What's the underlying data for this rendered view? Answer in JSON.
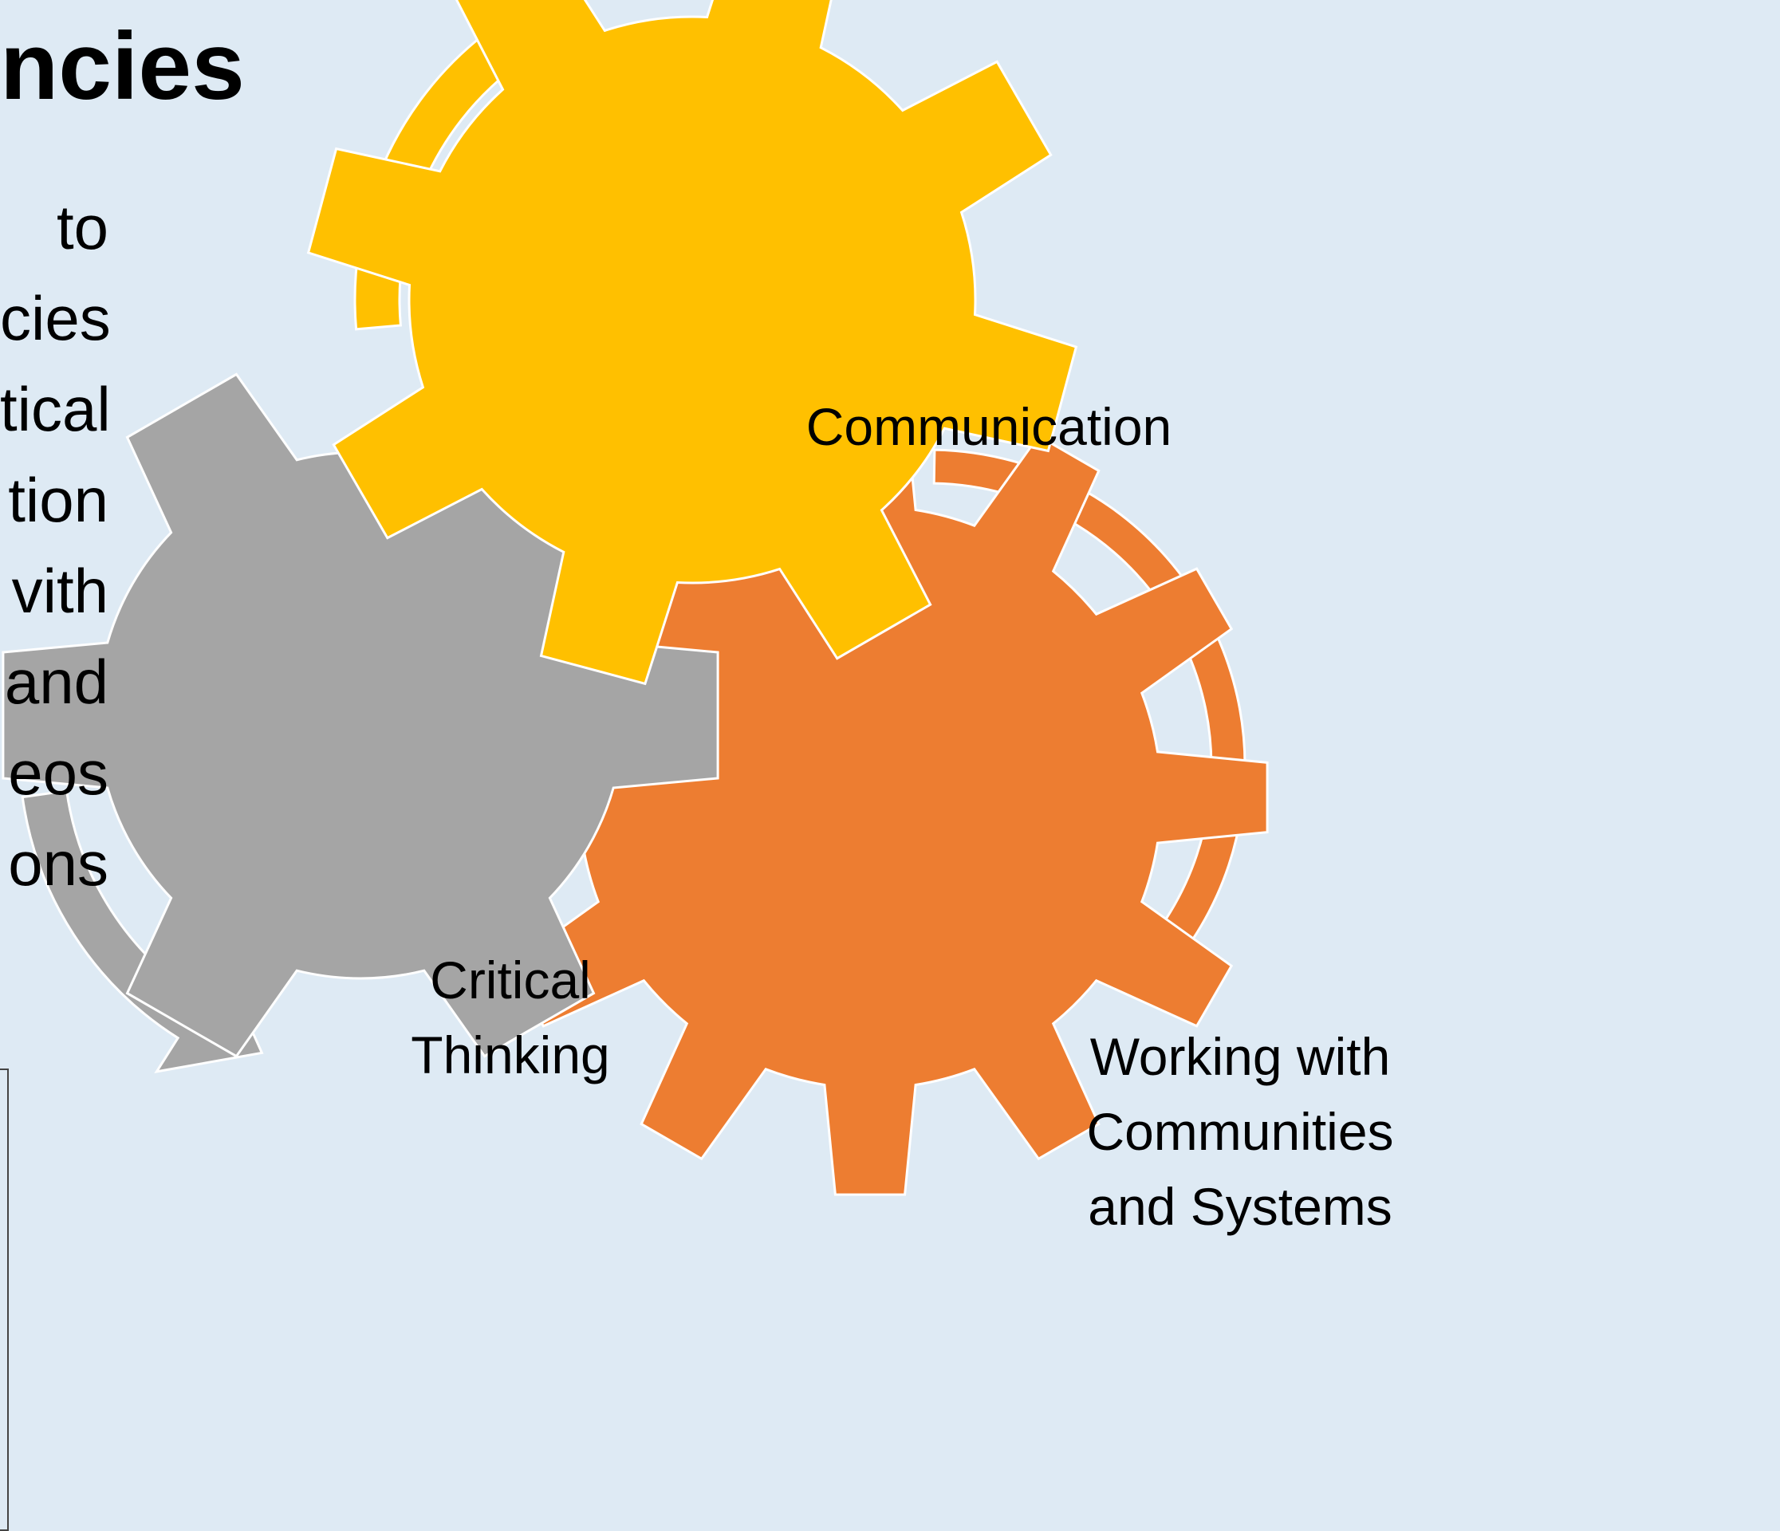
{
  "slide": {
    "title_fragment": "ncies",
    "body_lines": [
      "to",
      "cies",
      "tical",
      "tion",
      "vith",
      "and",
      "eos",
      "ons"
    ]
  },
  "diagram": {
    "type": "interlocking-gears-cycle",
    "gears": [
      {
        "id": "communication",
        "lines": [
          "Communication"
        ],
        "color": "#FFC000"
      },
      {
        "id": "critical-thinking",
        "lines": [
          "Critical",
          "Thinking"
        ],
        "color": "#A5A5A5"
      },
      {
        "id": "working-with-communities",
        "lines": [
          "Working with",
          "Communities",
          "and Systems"
        ],
        "color": "#ED7D31"
      }
    ],
    "arrows": [
      {
        "gear": "communication",
        "color": "#FFC000"
      },
      {
        "gear": "critical-thinking",
        "color": "#A5A5A5"
      },
      {
        "gear": "working-with-communities",
        "color": "#ED7D31"
      }
    ],
    "background": "#DEEAF4"
  }
}
